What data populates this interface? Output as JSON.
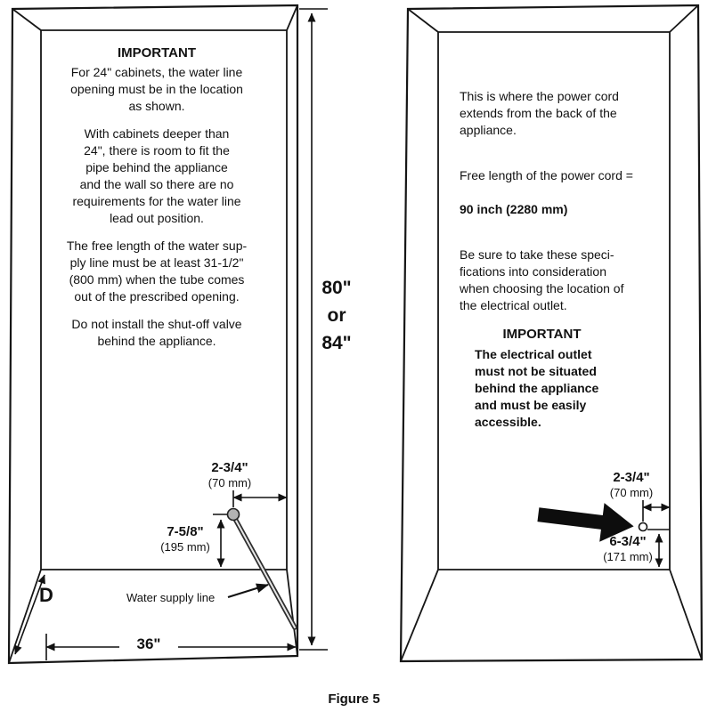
{
  "figure": {
    "caption": "Figure 5"
  },
  "left_panel": {
    "heading": "IMPORTANT",
    "para1": "For 24\" cabinets, the water line\nopening must be in the location\nas shown.",
    "para2": "With cabinets deeper than\n24\", there is room to fit the\npipe behind the appliance\nand the wall so there are no\nrequirements for the water line\nlead out position.",
    "para3": "The free length of the water sup-\nply line must be at least 31-1/2\"\n(800 mm) when the tube comes\nout of the prescribed opening.",
    "para4": "Do not install the shut-off valve\nbehind the appliance.",
    "water_line_label": "Water supply line",
    "dims": {
      "height": "80\"\nor\n84\"",
      "width": "36\"",
      "depth": "D",
      "offset_value": "2-3/4\"",
      "offset_mm": "(70 mm)",
      "rise_value": "7-5/8\"",
      "rise_mm": "(195 mm)"
    }
  },
  "right_panel": {
    "para1": "This is where the power cord\nextends from the back of the\nappliance.",
    "para2_lead": "Free length of the power cord =",
    "para2_bold": "90 inch (2280 mm)",
    "para3": "Be sure to take these speci-\nfications into consideration\nwhen choosing the location of\nthe electrical outlet.",
    "heading": "IMPORTANT",
    "important_body": "The electrical outlet\nmust not be situated\nbehind the appliance\nand must be easily\naccessible.",
    "dims": {
      "offset_value": "2-3/4\"",
      "offset_mm": "(70 mm)",
      "height_value": "6-3/4\"",
      "height_mm": "(171 mm)"
    }
  }
}
